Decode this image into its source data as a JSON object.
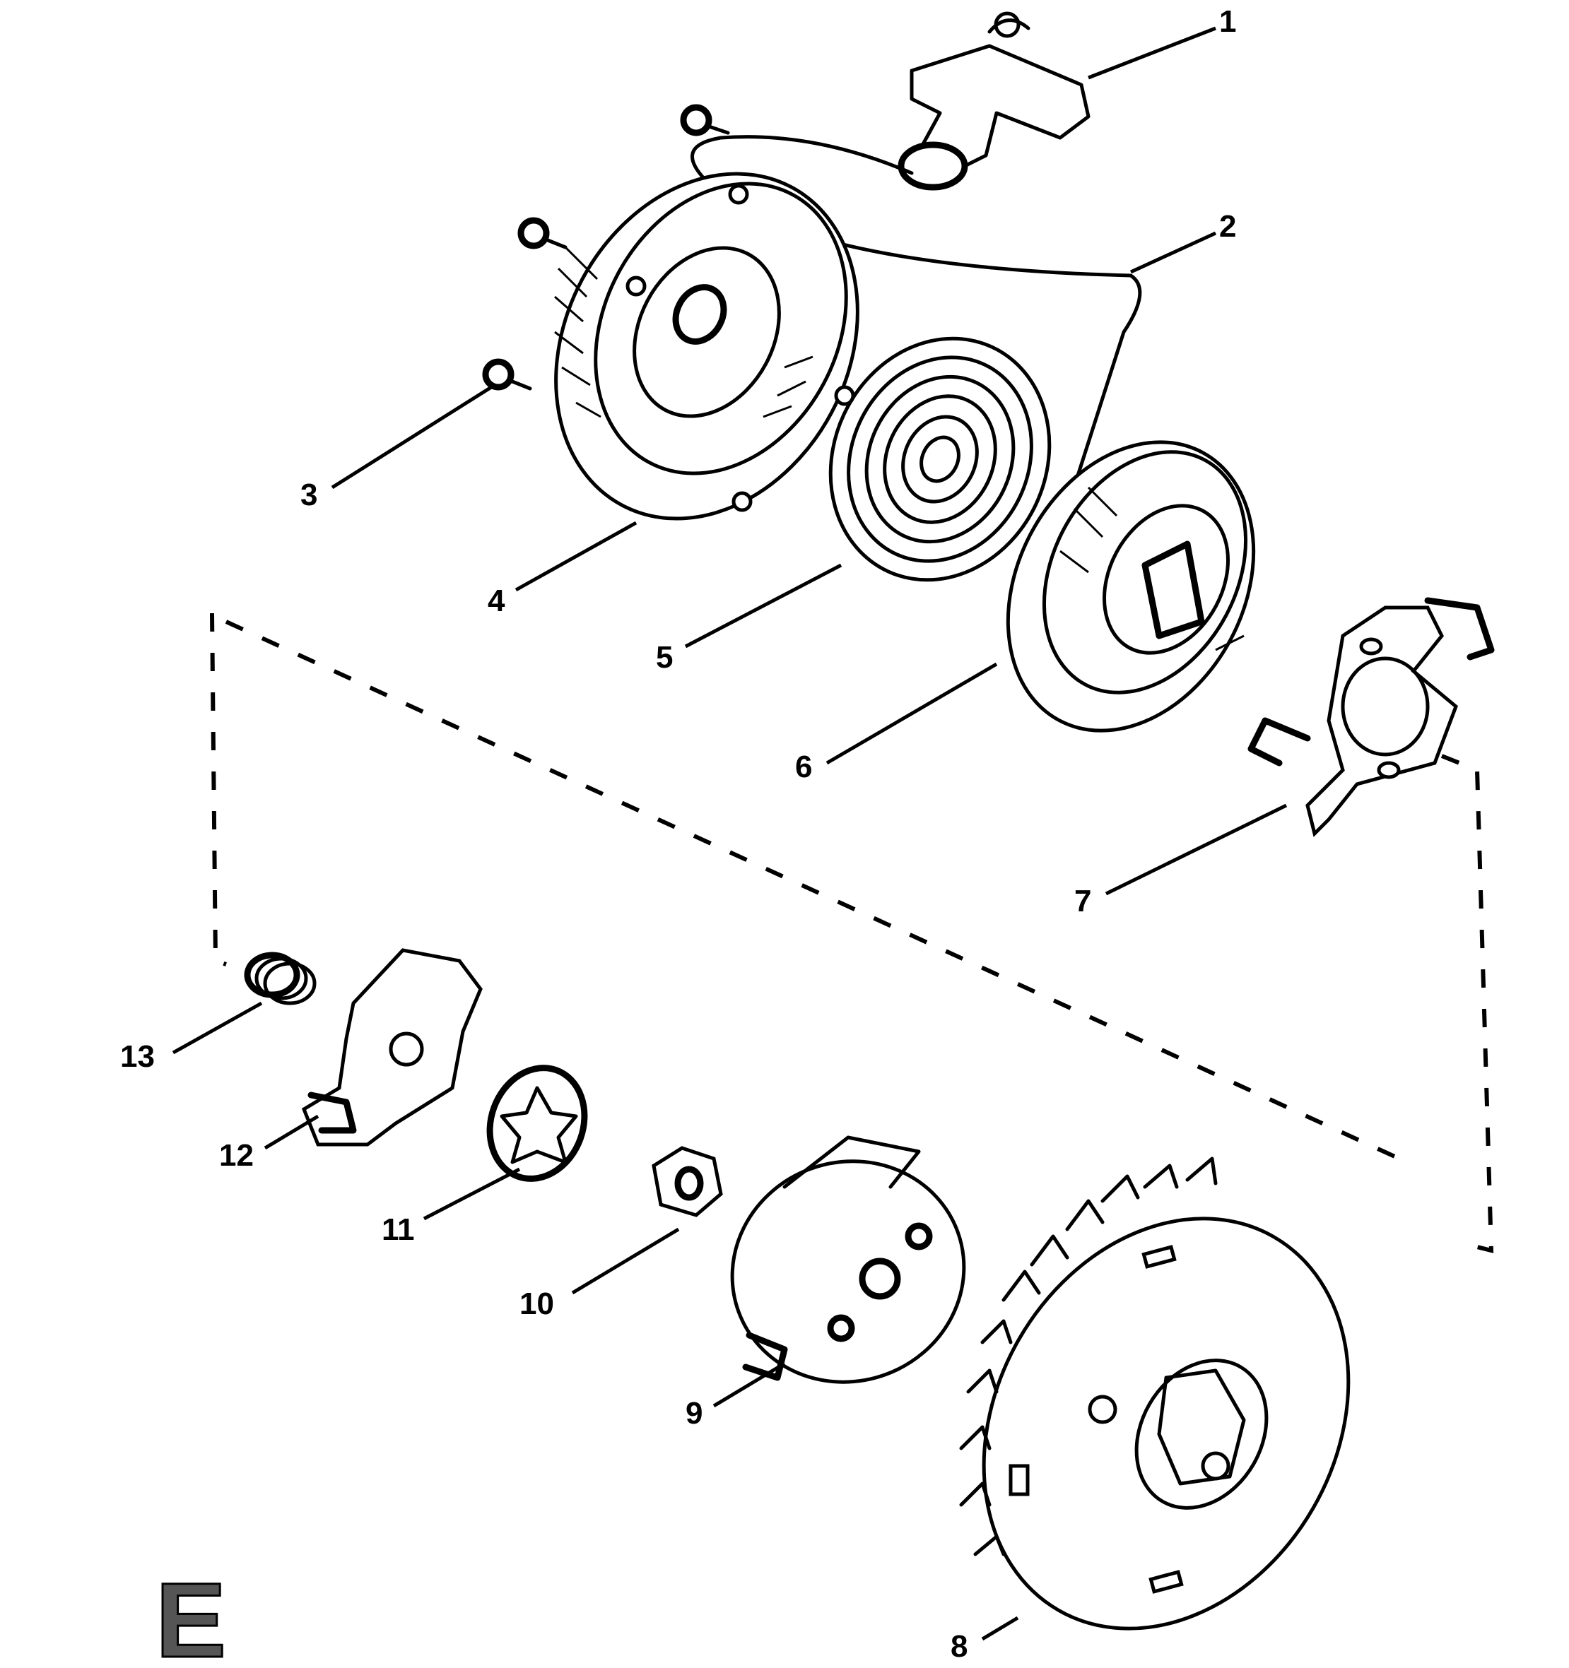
{
  "callouts": [
    {
      "id": "1",
      "label": "1"
    },
    {
      "id": "2",
      "label": "2"
    },
    {
      "id": "3",
      "label": "3"
    },
    {
      "id": "4",
      "label": "4"
    },
    {
      "id": "5",
      "label": "5"
    },
    {
      "id": "6",
      "label": "6"
    },
    {
      "id": "7",
      "label": "7"
    },
    {
      "id": "8",
      "label": "8"
    },
    {
      "id": "9",
      "label": "9"
    },
    {
      "id": "10",
      "label": "10"
    },
    {
      "id": "11",
      "label": "11"
    },
    {
      "id": "12",
      "label": "12"
    },
    {
      "id": "13",
      "label": "13"
    }
  ],
  "badge": {
    "letter": "E"
  }
}
